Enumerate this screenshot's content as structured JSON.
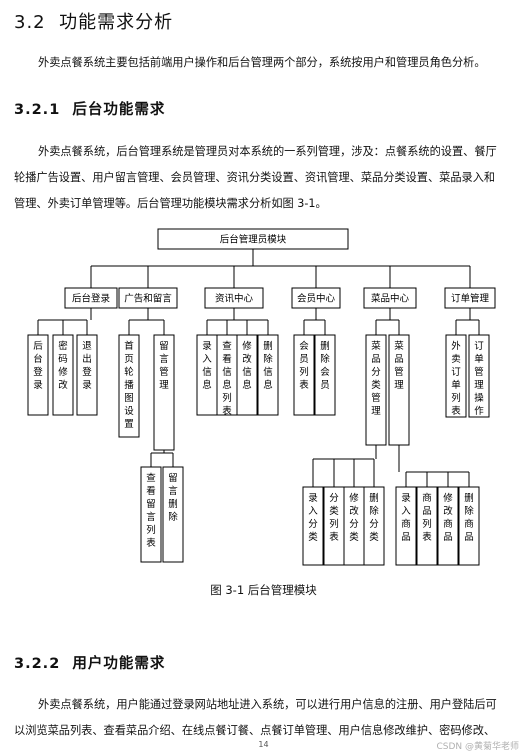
{
  "section": {
    "number": "3.2",
    "title": "功能需求分析"
  },
  "intro": [
    "外卖点餐系统主要包括前端用户操作和后台管理两个部分，系统按用户和管理员角色分析。"
  ],
  "sub1": {
    "number": "3.2.1",
    "title": "后台功能需求"
  },
  "sub1_para": [
    "外卖点餐系统，后台管理系统是管理员对本系统的一系列管理，涉及：点餐系统的设置、餐厅",
    "轮播广告设置、用户留言管理、会员管理、资讯分类设置、资讯管理、菜品分类设置、菜品录入和",
    "管理、外卖订单管理等。后台管理功能模块需求分析如图 3-1。"
  ],
  "diagram": {
    "root": "后台管理员模块",
    "groups": [
      {
        "label": "后台登录",
        "children": [
          "后台登录",
          "密码修改",
          "退出登录"
        ]
      },
      {
        "label": "广告和留言",
        "children": [
          "首页轮播图设置",
          "留言管理"
        ],
        "grandchildren": [
          "查看留言列表",
          "留言删除"
        ]
      },
      {
        "label": "资讯中心",
        "children": [
          "录入信息",
          "查看信息列表",
          "修改信息",
          "删除信息"
        ]
      },
      {
        "label": "会员中心",
        "children": [
          "会员列表",
          "删除会员"
        ]
      },
      {
        "label": "菜品中心",
        "children": [
          "菜品分类管理",
          "菜品管理"
        ],
        "sub_a": [
          "录入分类",
          "分类列表",
          "修改分类",
          "删除分类"
        ],
        "sub_b": [
          "录入商品",
          "商品列表",
          "修改商品",
          "删除商品"
        ]
      },
      {
        "label": "订单管理",
        "children": [
          "外卖订单列表",
          "订单管理操作"
        ]
      }
    ]
  },
  "caption": "图 3-1   后台管理模块",
  "sub2": {
    "number": "3.2.2",
    "title": "用户功能需求"
  },
  "sub2_para": [
    "外卖点餐系统，用户能通过登录网站地址进入系统，可以进行用户信息的注册、用户登陆后可",
    "以浏览菜品列表、查看菜品介绍、在线点餐订餐、点餐订单管理、用户信息修改维护、密码修改、"
  ],
  "page_number": "14",
  "watermark": "CSDN @黄菊华老师"
}
